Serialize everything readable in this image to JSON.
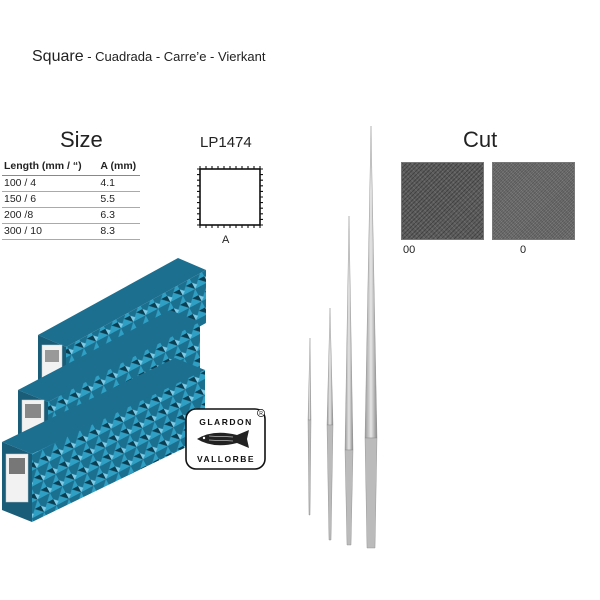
{
  "title": {
    "main": "Square",
    "rest": " - Cuadrada - Carre’e - Vierkant"
  },
  "size": {
    "heading": "Size",
    "columns": [
      "Length (mm / “)",
      "A (mm)"
    ],
    "rows": [
      [
        "100 / 4",
        "4.1"
      ],
      [
        "150 / 6",
        "5.5"
      ],
      [
        "200 /8",
        "6.3"
      ],
      [
        "300 / 10",
        "8.3"
      ]
    ]
  },
  "profile": {
    "code": "LP1474",
    "label": "A",
    "shape": "square"
  },
  "cut": {
    "heading": "Cut",
    "swatches": [
      {
        "label": "00",
        "color": "#5c5c5c"
      },
      {
        "label": "0",
        "color": "#6d6d6d"
      }
    ]
  },
  "logo": {
    "top": "GLARDON",
    "bottom": "VALLORBE",
    "icon": "fish-icon"
  },
  "packaging": {
    "color": "#2f9fc4",
    "count": 3
  },
  "files": {
    "count": 4
  }
}
